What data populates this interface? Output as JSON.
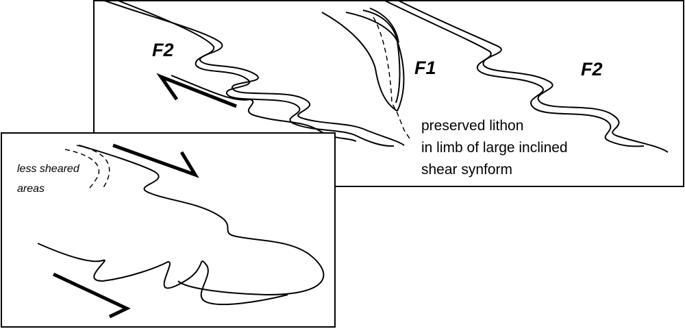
{
  "top_panel": {
    "fold_label_left": "F2",
    "fold_label_center": "F1",
    "fold_label_right": "F2",
    "annotation": [
      "preserved lithon",
      "in limb of large inclined",
      "shear synform"
    ]
  },
  "bottom_panel": {
    "annotation": [
      "less sheared",
      "areas"
    ]
  }
}
